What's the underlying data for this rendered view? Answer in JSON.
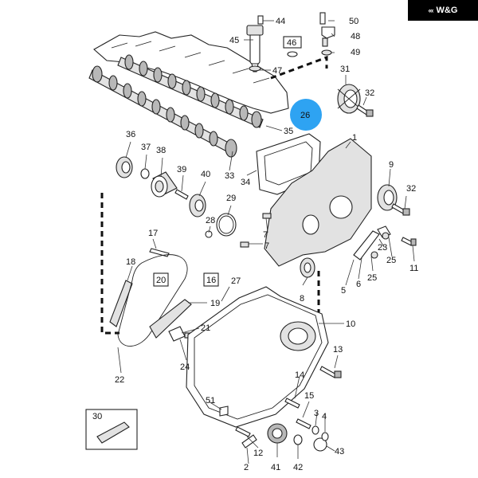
{
  "brand": {
    "logo_mark": "‹‹‹",
    "text": "W&G"
  },
  "callouts": [
    {
      "id": "44",
      "text": "44"
    },
    {
      "id": "45",
      "text": "45"
    },
    {
      "id": "46",
      "text": "46"
    },
    {
      "id": "47",
      "text": "47"
    },
    {
      "id": "48",
      "text": "48"
    },
    {
      "id": "49",
      "text": "49"
    },
    {
      "id": "50",
      "text": "50"
    },
    {
      "id": "31",
      "text": "31"
    },
    {
      "id": "32a",
      "text": "32"
    },
    {
      "id": "26",
      "text": "26"
    },
    {
      "id": "35",
      "text": "35"
    },
    {
      "id": "36",
      "text": "36"
    },
    {
      "id": "37",
      "text": "37"
    },
    {
      "id": "38",
      "text": "38"
    },
    {
      "id": "39",
      "text": "39"
    },
    {
      "id": "40",
      "text": "40"
    },
    {
      "id": "33",
      "text": "33"
    },
    {
      "id": "34",
      "text": "34"
    },
    {
      "id": "29",
      "text": "29"
    },
    {
      "id": "28",
      "text": "28"
    },
    {
      "id": "1",
      "text": "1"
    },
    {
      "id": "9",
      "text": "9"
    },
    {
      "id": "32b",
      "text": "32"
    },
    {
      "id": "7a",
      "text": "7"
    },
    {
      "id": "7b",
      "text": "7"
    },
    {
      "id": "17",
      "text": "17"
    },
    {
      "id": "18",
      "text": "18"
    },
    {
      "id": "20",
      "text": "20"
    },
    {
      "id": "16",
      "text": "16"
    },
    {
      "id": "27",
      "text": "27"
    },
    {
      "id": "19",
      "text": "19"
    },
    {
      "id": "21",
      "text": "21"
    },
    {
      "id": "24",
      "text": "24"
    },
    {
      "id": "22",
      "text": "22"
    },
    {
      "id": "8",
      "text": "8"
    },
    {
      "id": "5",
      "text": "5"
    },
    {
      "id": "6",
      "text": "6"
    },
    {
      "id": "25a",
      "text": "25"
    },
    {
      "id": "25b",
      "text": "25"
    },
    {
      "id": "23",
      "text": "23"
    },
    {
      "id": "11",
      "text": "11"
    },
    {
      "id": "10",
      "text": "10"
    },
    {
      "id": "13",
      "text": "13"
    },
    {
      "id": "14",
      "text": "14"
    },
    {
      "id": "15",
      "text": "15"
    },
    {
      "id": "3",
      "text": "3"
    },
    {
      "id": "4",
      "text": "4"
    },
    {
      "id": "51",
      "text": "51"
    },
    {
      "id": "30",
      "text": "30"
    },
    {
      "id": "12",
      "text": "12"
    },
    {
      "id": "2",
      "text": "2"
    },
    {
      "id": "41",
      "text": "41"
    },
    {
      "id": "42",
      "text": "42"
    },
    {
      "id": "43",
      "text": "43"
    }
  ],
  "colors": {
    "highlight": "#2ea3f2",
    "background": "#ffffff",
    "line": "#222222",
    "part_shade": "#e2e2e2"
  },
  "highlighted_callout": "26"
}
